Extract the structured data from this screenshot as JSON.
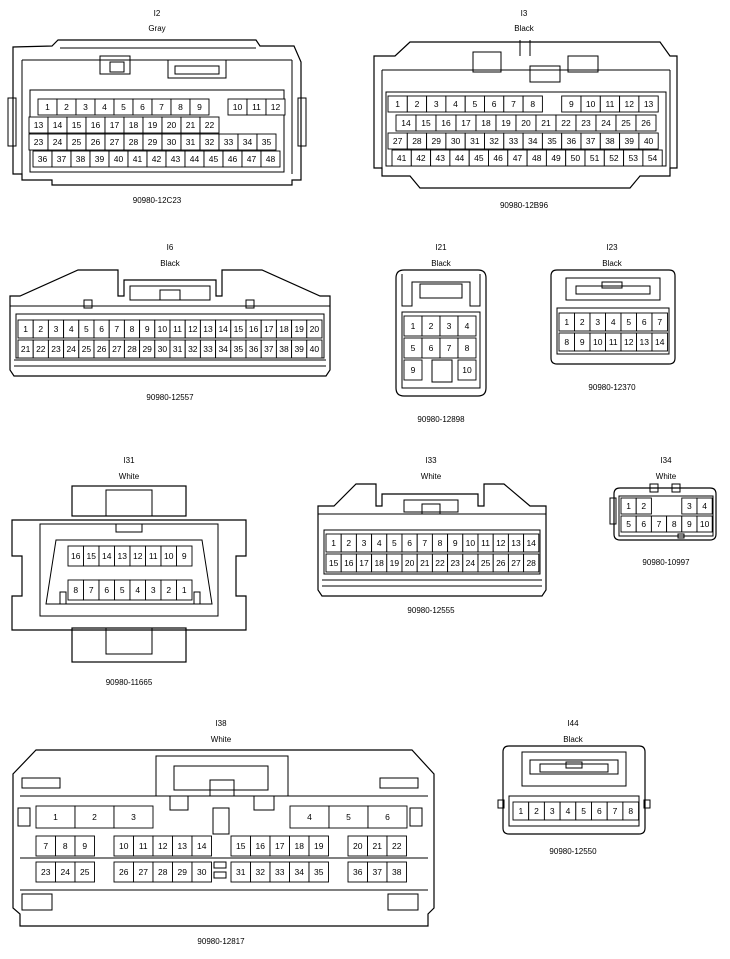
{
  "connectors": [
    {
      "id": "I2",
      "color": "Gray",
      "part": "90980-12C23",
      "rows": [
        [
          "1",
          "2",
          "3",
          "4",
          "5",
          "6",
          "7",
          "8",
          "9",
          "",
          "10",
          "11",
          "12"
        ],
        [
          "13",
          "14",
          "15",
          "16",
          "17",
          "18",
          "19",
          "20",
          "21",
          "22"
        ],
        [
          "23",
          "24",
          "25",
          "26",
          "27",
          "28",
          "29",
          "30",
          "31",
          "32",
          "33",
          "34",
          "35"
        ],
        [
          "36",
          "37",
          "38",
          "39",
          "40",
          "41",
          "42",
          "43",
          "44",
          "45",
          "46",
          "47",
          "48"
        ]
      ]
    },
    {
      "id": "I3",
      "color": "Black",
      "part": "90980-12B96",
      "rows": [
        [
          "1",
          "2",
          "3",
          "4",
          "5",
          "6",
          "7",
          "8",
          "",
          "9",
          "10",
          "11",
          "12",
          "13"
        ],
        [
          "14",
          "15",
          "16",
          "17",
          "18",
          "19",
          "20",
          "21",
          "22",
          "23",
          "24",
          "25",
          "26"
        ],
        [
          "27",
          "28",
          "29",
          "30",
          "31",
          "32",
          "33",
          "34",
          "35",
          "36",
          "37",
          "38",
          "39",
          "40"
        ],
        [
          "41",
          "42",
          "43",
          "44",
          "45",
          "46",
          "47",
          "48",
          "49",
          "50",
          "51",
          "52",
          "53",
          "54"
        ]
      ]
    },
    {
      "id": "I6",
      "color": "Black",
      "part": "90980-12557",
      "rows": [
        [
          "1",
          "2",
          "3",
          "4",
          "5",
          "6",
          "7",
          "8",
          "9",
          "10",
          "11",
          "12",
          "13",
          "14",
          "15",
          "16",
          "17",
          "18",
          "19",
          "20"
        ],
        [
          "21",
          "22",
          "23",
          "24",
          "25",
          "26",
          "27",
          "28",
          "29",
          "30",
          "31",
          "32",
          "33",
          "34",
          "35",
          "36",
          "37",
          "38",
          "39",
          "40"
        ]
      ]
    },
    {
      "id": "I21",
      "color": "Black",
      "part": "90980-12898",
      "rows": [
        [
          "1",
          "2",
          "3",
          "4"
        ],
        [
          "5",
          "6",
          "7",
          "8"
        ],
        [
          "9",
          "",
          "",
          "10"
        ]
      ]
    },
    {
      "id": "I23",
      "color": "Black",
      "part": "90980-12370",
      "rows": [
        [
          "1",
          "2",
          "3",
          "4",
          "5",
          "6",
          "7"
        ],
        [
          "8",
          "9",
          "10",
          "11",
          "12",
          "13",
          "14"
        ]
      ]
    },
    {
      "id": "I31",
      "color": "White",
      "part": "90980-11665",
      "rows": [
        [
          "16",
          "15",
          "14",
          "13",
          "12",
          "11",
          "10",
          "9"
        ],
        [
          "8",
          "7",
          "6",
          "5",
          "4",
          "3",
          "2",
          "1"
        ]
      ]
    },
    {
      "id": "I33",
      "color": "White",
      "part": "90980-12555",
      "rows": [
        [
          "1",
          "2",
          "3",
          "4",
          "5",
          "6",
          "7",
          "8",
          "9",
          "10",
          "11",
          "12",
          "13",
          "14"
        ],
        [
          "15",
          "16",
          "17",
          "18",
          "19",
          "20",
          "21",
          "22",
          "23",
          "24",
          "25",
          "26",
          "27",
          "28"
        ]
      ]
    },
    {
      "id": "I34",
      "color": "White",
      "part": "90980-10997",
      "rows": [
        [
          "1",
          "2",
          "",
          "",
          "3",
          "4"
        ],
        [
          "5",
          "6",
          "7",
          "8",
          "9",
          "10"
        ]
      ]
    },
    {
      "id": "I38",
      "color": "White",
      "part": "90980-12817",
      "rows": [
        [
          "1",
          "2",
          "3",
          "",
          "4",
          "5",
          "6"
        ],
        [
          "7",
          "8",
          "9",
          "",
          "10",
          "11",
          "12",
          "13",
          "14",
          "",
          "15",
          "16",
          "17",
          "18",
          "19",
          "",
          "20",
          "21",
          "22"
        ],
        [
          "23",
          "24",
          "25",
          "",
          "26",
          "27",
          "28",
          "29",
          "30",
          "",
          "31",
          "32",
          "33",
          "34",
          "35",
          "",
          "36",
          "37",
          "38"
        ]
      ]
    },
    {
      "id": "I44",
      "color": "Black",
      "part": "90980-12550",
      "rows": [
        [
          "1",
          "2",
          "3",
          "4",
          "5",
          "6",
          "7",
          "8"
        ]
      ]
    }
  ]
}
